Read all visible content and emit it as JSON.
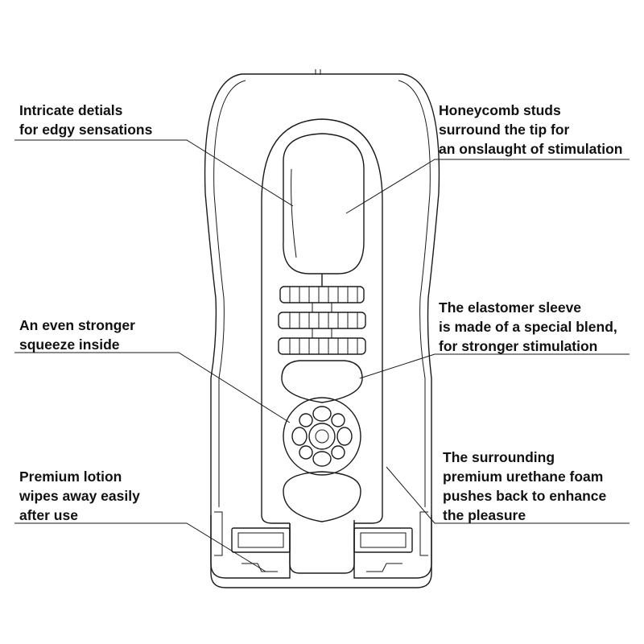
{
  "callouts": [
    {
      "id": "edgy",
      "lines": [
        "Intricate detials",
        "for edgy sensations"
      ]
    },
    {
      "id": "honeycomb",
      "lines": [
        "Honeycomb studs",
        "surround the tip for",
        "an onslaught of stimulation"
      ]
    },
    {
      "id": "elastomer",
      "lines": [
        "The elastomer sleeve",
        "is made of a special blend,",
        "for stronger stimulation"
      ]
    },
    {
      "id": "squeeze",
      "lines": [
        "An even stronger",
        "squeeze inside"
      ]
    },
    {
      "id": "lotion",
      "lines": [
        "Premium lotion",
        "wipes away easily",
        "after use"
      ]
    },
    {
      "id": "foam",
      "lines": [
        "The surrounding",
        "premium urethane foam",
        "pushes back to enhance",
        "the pleasure"
      ]
    }
  ],
  "colors": {
    "ink": "#1a1a1a",
    "background": "#ffffff"
  }
}
